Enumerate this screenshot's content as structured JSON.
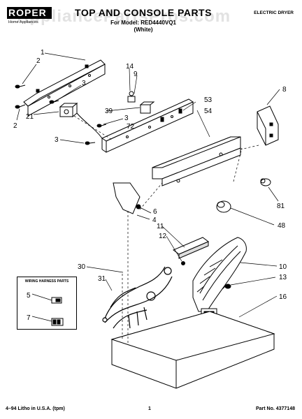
{
  "header": {
    "logo": "ROPER",
    "logo_sub": "Home Appliances",
    "watermark": "AppliancePartsPros.com",
    "title": "TOP AND CONSOLE PARTS",
    "subtitle": "For Model: RED4440VQ1",
    "subtitle2": "(White)",
    "right_label": "ELECTRIC DRYER"
  },
  "wiring_box": {
    "title": "WIRING HARNESS PARTS",
    "callouts": [
      "5",
      "7"
    ]
  },
  "callouts": [
    {
      "id": "c1",
      "label": "1"
    },
    {
      "id": "c2a",
      "label": "2"
    },
    {
      "id": "c2b",
      "label": "2"
    },
    {
      "id": "c3a",
      "label": "3"
    },
    {
      "id": "c21",
      "label": "21"
    },
    {
      "id": "c3b",
      "label": "3"
    },
    {
      "id": "c14",
      "label": "14"
    },
    {
      "id": "c9",
      "label": "9"
    },
    {
      "id": "c39",
      "label": "39"
    },
    {
      "id": "c3c",
      "label": "3"
    },
    {
      "id": "c72",
      "label": "72"
    },
    {
      "id": "c53",
      "label": "53"
    },
    {
      "id": "c54",
      "label": "54"
    },
    {
      "id": "c8",
      "label": "8"
    },
    {
      "id": "c81",
      "label": "81"
    },
    {
      "id": "c48",
      "label": "48"
    },
    {
      "id": "c6",
      "label": "6"
    },
    {
      "id": "c4",
      "label": "4"
    },
    {
      "id": "c11",
      "label": "11"
    },
    {
      "id": "c12",
      "label": "12"
    },
    {
      "id": "c10",
      "label": "10"
    },
    {
      "id": "c30",
      "label": "30"
    },
    {
      "id": "c31",
      "label": "31"
    },
    {
      "id": "c13",
      "label": "13"
    },
    {
      "id": "c16",
      "label": "16"
    }
  ],
  "footer": {
    "left": "4–94 Litho in U.S.A. (tpm)",
    "page": "1",
    "part_no": "Part No. 4377148"
  }
}
